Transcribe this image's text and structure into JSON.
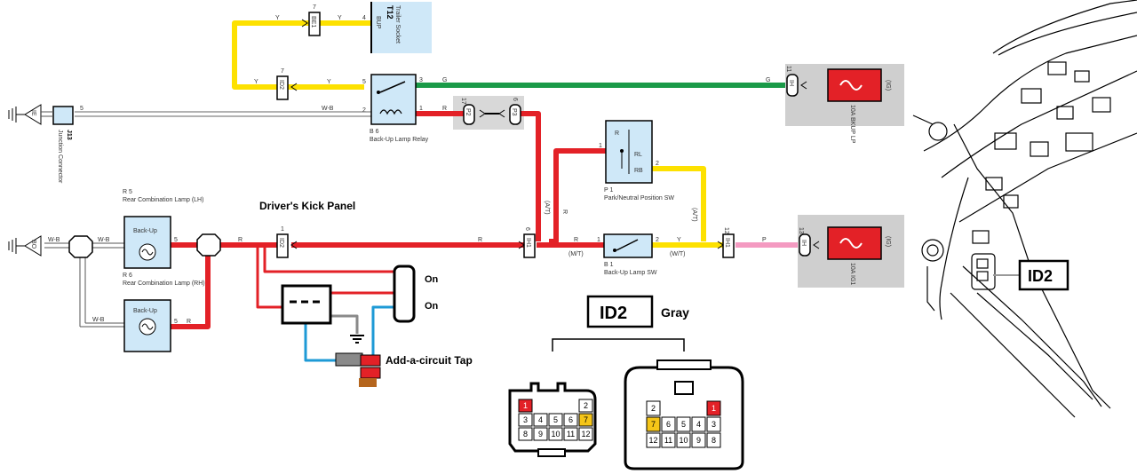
{
  "colors": {
    "red": "#e32127",
    "yellow": "#fde100",
    "green": "#1a9a48",
    "pink": "#f49ac1",
    "blue": "#1e9ad6",
    "gray": "#8a8a8a",
    "comp": "#cfe8f8",
    "shade": "#cfcfcf",
    "pin_red": "#e32127",
    "pin_yellow": "#f5c518"
  },
  "labels": {
    "trailer_socket_id": "T12",
    "trailer_socket": "Trailer Socket",
    "bup": "BUP",
    "relay_id": "B 6",
    "relay": "Back-Up Lamp Relay",
    "junction_id": "J13",
    "junction": "Junction Connector",
    "fuse_top_name": "10A BKUP LP",
    "fuse_top_ig": "(IG)",
    "fuse_bot_name": "10A IG1",
    "fuse_bot_ig": "(IG)",
    "park_id": "P 1",
    "park": "Park/Neutral Position SW",
    "sw_id": "B 1",
    "sw": "Back-Up Lamp SW",
    "rlh_id": "R 5",
    "rlh": "Rear Combination Lamp (LH)",
    "rrh_id": "R 6",
    "rrh": "Rear Combination Lamp (RH)",
    "backup": "Back-Up",
    "kick_panel": "Driver's Kick Panel",
    "on1": "On",
    "on2": "On",
    "add_circuit": "Add-a-circuit Tap",
    "id2": "ID2",
    "gray": "Gray",
    "id2_photo": "ID2",
    "ground_ie": "IE",
    "ground_bo": "BO",
    "park_r": "R",
    "park_rl": "RL",
    "park_rb": "RB"
  },
  "connectors": {
    "be1": "BE1",
    "id2a": "ID2",
    "p2": "P2",
    "p3": "P3",
    "id2b": "ID2",
    "ih1": "IH1",
    "ih2": "IH1",
    "ih_top": "IH",
    "ih_bot": "IH"
  },
  "wire_labels": {
    "y1": "Y",
    "y2": "Y",
    "y3": "Y",
    "y4": "Y",
    "g1": "G",
    "g2": "G",
    "wb_long": "W-B",
    "r1": "R",
    "r2": "R",
    "r3": "R",
    "at1": "(A/T)",
    "r_at": "R",
    "r_mid": "R",
    "r_mid2": "R",
    "mt1": "(M/T)",
    "at2": "(A/T)",
    "y_at": "Y",
    "yw": "Y",
    "wt": "(W/T)",
    "p": "P",
    "wb1": "W-B",
    "wb2": "W-B",
    "wb3": "W-B",
    "r_l1": "R",
    "r_l2": "R"
  },
  "pins": {
    "n4": "4",
    "n5": "5",
    "n3": "3",
    "n2": "2",
    "n1": "1",
    "n7a": "7",
    "n7b": "7",
    "n11": "11",
    "n17": "17",
    "n6p": "6",
    "n5j": "5",
    "n1p": "1",
    "n2p": "2",
    "n6": "6",
    "n1b": "1",
    "n2b": "2",
    "n12": "12",
    "n13": "13",
    "n5l1": "5",
    "n5l2": "5",
    "n1k": "1"
  },
  "conn_left": {
    "row1": [
      "1",
      "",
      "",
      "",
      "2"
    ],
    "row2": [
      "3",
      "4",
      "5",
      "6",
      "7"
    ],
    "row3": [
      "8",
      "9",
      "10",
      "11",
      "12"
    ]
  },
  "conn_right": {
    "row1": [
      "2",
      "",
      "",
      "",
      "1"
    ],
    "row2": [
      "7",
      "6",
      "5",
      "4",
      "3"
    ],
    "row3": [
      "12",
      "11",
      "10",
      "9",
      "8"
    ]
  }
}
